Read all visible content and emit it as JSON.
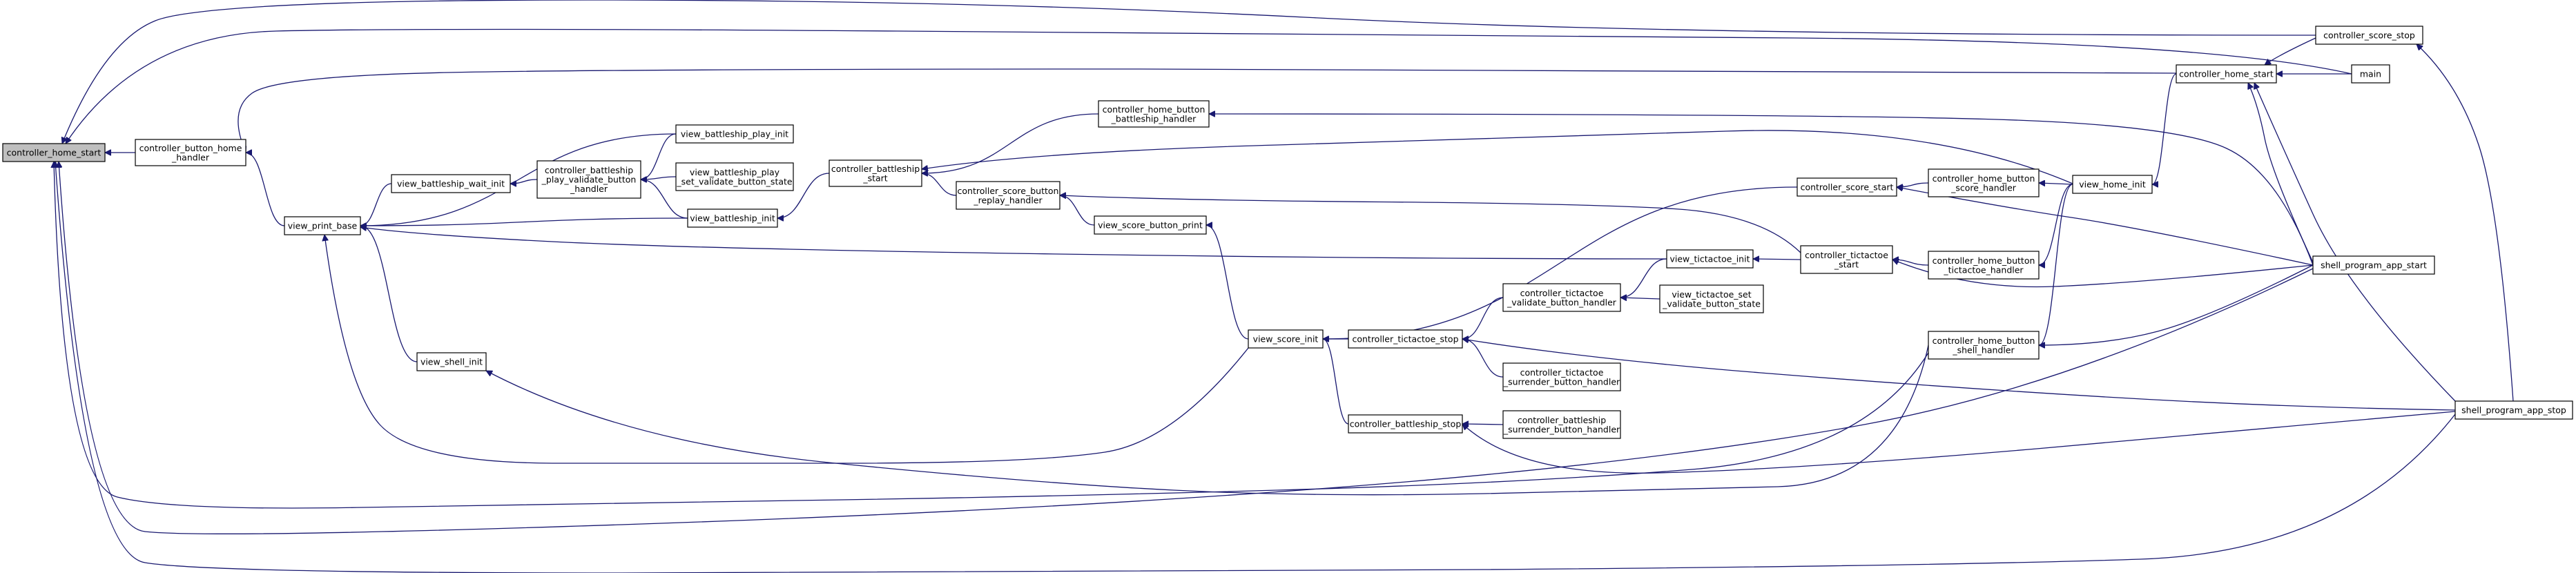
{
  "root_node": "controller_home_start",
  "nodes": [
    {
      "id": "controller_home_start",
      "lines": [
        "controller_home_start"
      ]
    },
    {
      "id": "controller_button_home_handler",
      "lines": [
        "controller_button_home",
        "_handler"
      ]
    },
    {
      "id": "view_print_base",
      "lines": [
        "view_print_base"
      ]
    },
    {
      "id": "view_battleship_wait_init",
      "lines": [
        "view_battleship_wait_init"
      ]
    },
    {
      "id": "view_shell_init",
      "lines": [
        "view_shell_init"
      ]
    },
    {
      "id": "controller_battleship_play_validate_button_handler",
      "lines": [
        "controller_battleship",
        "_play_validate_button",
        "_handler"
      ]
    },
    {
      "id": "view_battleship_play_init",
      "lines": [
        "view_battleship_play_init"
      ]
    },
    {
      "id": "view_battleship_play_set_validate_button_state",
      "lines": [
        "view_battleship_play",
        "_set_validate_button_state"
      ]
    },
    {
      "id": "view_battleship_init",
      "lines": [
        "view_battleship_init"
      ]
    },
    {
      "id": "controller_battleship_start",
      "lines": [
        "controller_battleship",
        "_start"
      ]
    },
    {
      "id": "controller_home_button_battleship_handler",
      "lines": [
        "controller_home_button",
        "_battleship_handler"
      ]
    },
    {
      "id": "controller_score_button_replay_handler",
      "lines": [
        "controller_score_button",
        "_replay_handler"
      ]
    },
    {
      "id": "view_score_button_print",
      "lines": [
        "view_score_button_print"
      ]
    },
    {
      "id": "view_score_init",
      "lines": [
        "view_score_init"
      ]
    },
    {
      "id": "controller_tictactoe_stop",
      "lines": [
        "controller_tictactoe_stop"
      ]
    },
    {
      "id": "controller_battleship_stop",
      "lines": [
        "controller_battleship_stop"
      ]
    },
    {
      "id": "controller_tictactoe_validate_button_handler",
      "lines": [
        "controller_tictactoe",
        "_validate_button_handler"
      ]
    },
    {
      "id": "controller_tictactoe_surrender_button_handler",
      "lines": [
        "controller_tictactoe",
        "_surrender_button_handler"
      ]
    },
    {
      "id": "controller_battleship_surrender_button_handler",
      "lines": [
        "controller_battleship",
        "_surrender_button_handler"
      ]
    },
    {
      "id": "view_tictactoe_init",
      "lines": [
        "view_tictactoe_init"
      ]
    },
    {
      "id": "view_tictactoe_set_validate_button_state",
      "lines": [
        "view_tictactoe_set",
        "_validate_button_state"
      ]
    },
    {
      "id": "controller_score_start",
      "lines": [
        "controller_score_start"
      ]
    },
    {
      "id": "controller_tictactoe_start",
      "lines": [
        "controller_tictactoe",
        "_start"
      ]
    },
    {
      "id": "controller_home_button_score_handler",
      "lines": [
        "controller_home_button",
        "_score_handler"
      ]
    },
    {
      "id": "controller_home_button_tictactoe_handler",
      "lines": [
        "controller_home_button",
        "_tictactoe_handler"
      ]
    },
    {
      "id": "controller_home_button_shell_handler",
      "lines": [
        "controller_home_button",
        "_shell_handler"
      ]
    },
    {
      "id": "view_home_init",
      "lines": [
        "view_home_init"
      ]
    },
    {
      "id": "controller_home_start_2",
      "lines": [
        "controller_home_start"
      ]
    },
    {
      "id": "main",
      "lines": [
        "main"
      ]
    },
    {
      "id": "controller_score_stop",
      "lines": [
        "controller_score_stop"
      ]
    },
    {
      "id": "shell_program_app_start",
      "lines": [
        "shell_program_app_start"
      ]
    },
    {
      "id": "shell_program_app_stop",
      "lines": [
        "shell_program_app_stop"
      ]
    }
  ],
  "edges": [
    [
      "controller_button_home_handler",
      "controller_home_start"
    ],
    [
      "controller_score_stop",
      "controller_home_start"
    ],
    [
      "main",
      "controller_home_start"
    ],
    [
      "controller_home_start_2",
      "controller_home_start"
    ],
    [
      "shell_program_app_start",
      "controller_home_start"
    ],
    [
      "shell_program_app_stop",
      "controller_home_start"
    ],
    [
      "controller_home_button_shell_handler",
      "controller_home_start"
    ],
    [
      "view_print_base",
      "controller_button_home_handler"
    ],
    [
      "view_battleship_wait_init",
      "view_print_base"
    ],
    [
      "view_battleship_play_init",
      "view_print_base"
    ],
    [
      "view_battleship_init",
      "view_print_base"
    ],
    [
      "view_tictactoe_init",
      "view_print_base"
    ],
    [
      "view_score_init",
      "view_print_base"
    ],
    [
      "view_shell_init",
      "view_print_base"
    ],
    [
      "controller_battleship_play_validate_button_handler",
      "view_battleship_wait_init"
    ],
    [
      "view_battleship_play_init",
      "controller_battleship_play_validate_button_handler"
    ],
    [
      "view_battleship_play_set_validate_button_state",
      "controller_battleship_play_validate_button_handler"
    ],
    [
      "view_battleship_init",
      "controller_battleship_play_validate_button_handler"
    ],
    [
      "controller_battleship_start",
      "view_battleship_init"
    ],
    [
      "controller_home_button_battleship_handler",
      "controller_battleship_start"
    ],
    [
      "view_home_init",
      "controller_battleship_start"
    ],
    [
      "controller_score_button_replay_handler",
      "controller_battleship_start"
    ],
    [
      "view_score_button_print",
      "controller_score_button_replay_handler"
    ],
    [
      "controller_tictactoe_start",
      "controller_score_button_replay_handler"
    ],
    [
      "shell_program_app_start",
      "controller_home_button_battleship_handler"
    ],
    [
      "view_score_init",
      "view_score_button_print"
    ],
    [
      "controller_tictactoe_stop",
      "view_score_init"
    ],
    [
      "controller_battleship_stop",
      "view_score_init"
    ],
    [
      "controller_score_start",
      "view_score_init"
    ],
    [
      "controller_tictactoe_validate_button_handler",
      "controller_tictactoe_stop"
    ],
    [
      "controller_tictactoe_surrender_button_handler",
      "controller_tictactoe_stop"
    ],
    [
      "shell_program_app_stop",
      "controller_tictactoe_stop"
    ],
    [
      "controller_battleship_surrender_button_handler",
      "controller_battleship_stop"
    ],
    [
      "shell_program_app_stop",
      "controller_battleship_stop"
    ],
    [
      "view_tictactoe_init",
      "controller_tictactoe_validate_button_handler"
    ],
    [
      "view_tictactoe_set_validate_button_state",
      "controller_tictactoe_validate_button_handler"
    ],
    [
      "controller_tictactoe_start",
      "view_tictactoe_init"
    ],
    [
      "controller_home_button_tictactoe_handler",
      "controller_tictactoe_start"
    ],
    [
      "shell_program_app_start",
      "controller_tictactoe_start"
    ],
    [
      "controller_home_button_score_handler",
      "controller_score_start"
    ],
    [
      "shell_program_app_start",
      "controller_score_start"
    ],
    [
      "view_home_init",
      "controller_home_button_score_handler"
    ],
    [
      "view_home_init",
      "controller_home_button_tictactoe_handler"
    ],
    [
      "view_home_init",
      "controller_home_button_shell_handler"
    ],
    [
      "shell_program_app_start",
      "controller_home_button_shell_handler"
    ],
    [
      "controller_home_button_shell_handler",
      "view_shell_init"
    ],
    [
      "controller_home_start_2",
      "view_home_init"
    ],
    [
      "main",
      "controller_home_start_2"
    ],
    [
      "controller_score_stop",
      "controller_home_start_2"
    ],
    [
      "shell_program_app_start",
      "controller_home_start_2"
    ],
    [
      "shell_program_app_stop",
      "controller_home_start_2"
    ],
    [
      "shell_program_app_stop",
      "controller_score_stop"
    ]
  ],
  "colors": {
    "edge": "#191970",
    "root_fill": "#bfbfbf",
    "node_fill": "#ffffff",
    "node_stroke": "#000000"
  }
}
